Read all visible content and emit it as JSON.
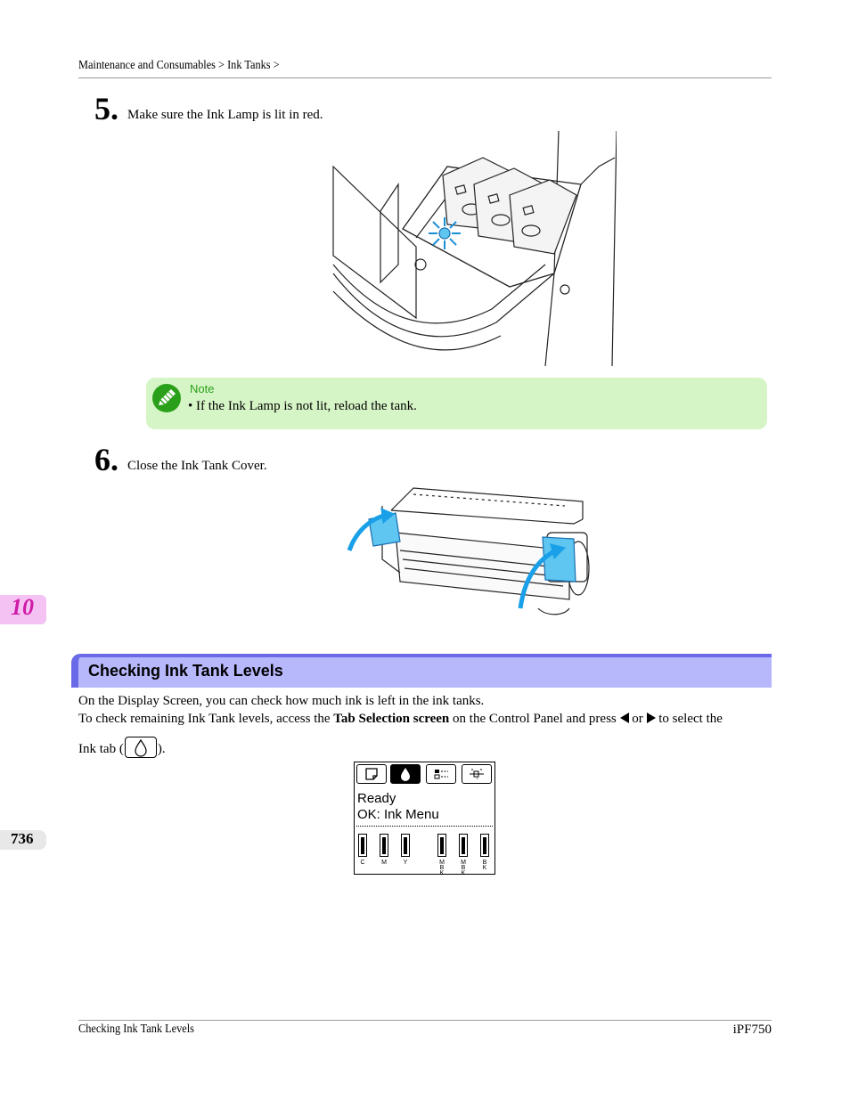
{
  "header": {
    "breadcrumb": "Maintenance and Consumables > Ink Tanks >"
  },
  "step5": {
    "number": "5.",
    "text": "Make sure the Ink Lamp is lit in red."
  },
  "note": {
    "label": "Note",
    "bullet": "•",
    "text": "If the Ink Lamp is not lit, reload the tank."
  },
  "step6": {
    "number": "6.",
    "text": "Close the Ink Tank Cover."
  },
  "side_tabs": {
    "chapter": "10",
    "page": "736"
  },
  "section": {
    "title": "Checking Ink Tank Levels"
  },
  "body": {
    "line1": "On the Display Screen, you can check how much ink is left in the ink tanks.",
    "line2_pre": "To check remaining Ink Tank levels, access the ",
    "line2_bold": "Tab Selection screen",
    "line2_mid": " on the Control Panel and press ",
    "line2_or": " or ",
    "line2_post": " to select the",
    "line3_pre": "Ink tab (",
    "line3_post": ")."
  },
  "lcd": {
    "status_line1": "Ready",
    "status_line2": "OK: Ink Menu",
    "inks": [
      "C",
      "M",
      "Y",
      "MBK",
      "MBK",
      "BK"
    ],
    "ink_labels": [
      "C",
      "M",
      "Y",
      "M B K",
      "M B K",
      "B K"
    ],
    "ink_levels": [
      1,
      1,
      1,
      1,
      1,
      1
    ]
  },
  "footer": {
    "left": "Checking Ink Tank Levels",
    "right": "iPF750"
  },
  "colors": {
    "note_bg": "#d6f5c6",
    "section_bar": "#b7b7fb",
    "section_accent": "#6a6ae8",
    "chapter_tab": "#f4c3f4",
    "chapter_num": "#d01aa8",
    "cover_blue": "#5ec6f0"
  }
}
